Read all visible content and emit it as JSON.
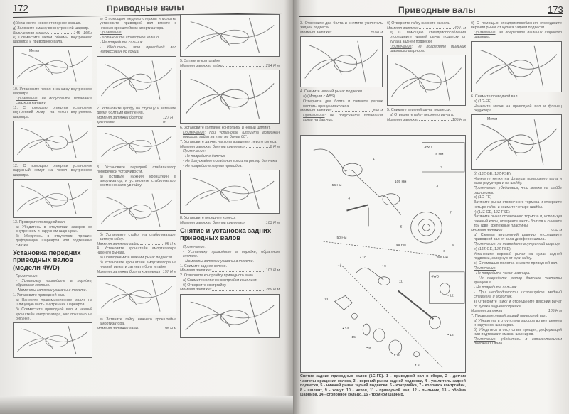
{
  "left_page": {
    "number": "172",
    "header": "Приводные валы",
    "columns": [
      [
        {
          "t": "p",
          "text": "г) Установите новое стопорное кольцо."
        },
        {
          "t": "p",
          "text": "д) Заложите смазку во внутренний шарнир."
        },
        {
          "t": "tq",
          "label": "Количество смазки",
          "value": "145 - 165 г"
        },
        {
          "t": "p",
          "text": "е) Совместите метки обоймы внутреннего шарнира и приводного вала."
        },
        {
          "t": "fig",
          "label": "Метки"
        },
        {
          "t": "p",
          "text": "10. Установите чехол в канавку внутреннего шарнира."
        },
        {
          "t": "note",
          "label": "Примечание",
          "text": ": не допускайте попадания смазки в канавку."
        },
        {
          "t": "p",
          "text": "11. С помощью отвертки установите внутренний хомут на чехол внутреннего шарнира."
        },
        {
          "t": "fig"
        },
        {
          "t": "p",
          "text": "12. С помощью отвертки установите наружный хомут на чехол внутреннего шарнира."
        },
        {
          "t": "fig"
        },
        {
          "t": "p",
          "text": "13. Проверьте приводной вал."
        },
        {
          "t": "pi",
          "text": "а) Убедитесь в отсутствии зазоров во внутреннем и наружном шарнирах."
        },
        {
          "t": "pi",
          "text": "б) Убедитесь в отсутствии трещин, деформаций шарниров или подтекания смазки."
        },
        {
          "t": "h",
          "text": "Установка передних приводных валов (модели 4WD)"
        },
        {
          "t": "note",
          "label": "Примечание:",
          "text": ""
        },
        {
          "t": "note",
          "label": "",
          "text": "- Установку проводите в порядке, обратном снятию."
        },
        {
          "t": "note",
          "label": "",
          "text": "- Моменты затяжки указаны в тексте."
        },
        {
          "t": "p",
          "text": "1. Установите приводной вал."
        },
        {
          "t": "pi",
          "text": "а) Нанесите трансмиссионное масло на шлицевую часть внутренних шарниров."
        },
        {
          "t": "pi",
          "text": "б) Совместите приводной вал и нижний кронштейн амортизатора, как показано на рисунке."
        },
        {
          "t": "fig"
        }
      ],
      [
        {
          "t": "pi",
          "text": "в) С помощью медного стержня и молотка установите приводной вал вместе с нижним кронштейном амортизатора."
        },
        {
          "t": "note",
          "label": "Примечание:",
          "text": ""
        },
        {
          "t": "note",
          "label": "",
          "text": "- Установите стопорное кольцо."
        },
        {
          "t": "note",
          "label": "",
          "text": "- Не повредите сальник."
        },
        {
          "t": "note",
          "label": "",
          "text": "- Убедитесь, что приводной вал напрессован до конца."
        },
        {
          "t": "fig"
        },
        {
          "t": "p",
          "text": "2. Установите цапфу на ступицу и затяните двумя болтами крепления."
        },
        {
          "t": "tq",
          "label": "Момент затяжки болтов крепления",
          "value": "127 Н м"
        },
        {
          "t": "fig"
        },
        {
          "t": "p",
          "text": "3. Установите передний стабилизатор поперечной устойчивости."
        },
        {
          "t": "pi",
          "text": "а) Вставьте нижний кронштейн в амортизатор, и установите стабилизатор, временно затянув гайку."
        },
        {
          "t": "fig"
        },
        {
          "t": "pi",
          "text": "б) Установите стойку на стабилизаторе, затянув гайку."
        },
        {
          "t": "tq",
          "label": "Момент затяжки гайки",
          "value": "95 Н м"
        },
        {
          "t": "p",
          "text": "4. Установите кронштейн амортизатора нижнего рычага."
        },
        {
          "t": "pi",
          "text": "а) Приподнимите нижний рычаг подвески."
        },
        {
          "t": "pi",
          "text": "б) Установите кронштейн амортизатора на нижний рычаг и затяните болт и гайку."
        },
        {
          "t": "tq",
          "label": "Момент затяжки болта крепления",
          "value": "157 Н м"
        },
        {
          "t": "fig"
        },
        {
          "t": "pi",
          "text": "в) Затяните гайку нижнего кронштейна амортизатора."
        },
        {
          "t": "tq",
          "label": "Момент затяжки гайки",
          "value": "98 Н м"
        }
      ],
      [
        {
          "t": "fig"
        },
        {
          "t": "p",
          "text": "5. Затяните контргайку."
        },
        {
          "t": "tq",
          "label": "Момент затяжки гайки",
          "value": "294 Н м"
        },
        {
          "t": "fig"
        },
        {
          "t": "p",
          "text": "6. Установите колпачок контргайки и новый шплинт."
        },
        {
          "t": "note",
          "label": "Примечание",
          "text": ": при установке шплинта возможен поворот гайки на угол не более 60°."
        },
        {
          "t": "p",
          "text": "7. Установите датчик частоты вращения левого колеса."
        },
        {
          "t": "tq",
          "label": "Момент затяжки болтов крепления",
          "value": "8 Н м"
        },
        {
          "t": "note",
          "label": "Примечание:",
          "text": ""
        },
        {
          "t": "note",
          "label": "",
          "text": "- Не повредите датчик."
        },
        {
          "t": "note",
          "label": "",
          "text": "- Не допускайте попадания грязи на ротор датчика."
        },
        {
          "t": "note",
          "label": "",
          "text": "- Не повредите жгуты проводов."
        },
        {
          "t": "fig"
        },
        {
          "t": "p",
          "text": "8. Установите переднее колесо."
        },
        {
          "t": "tq",
          "label": "Момент затяжки болтов крепления",
          "value": "103 Н м"
        },
        {
          "t": "h",
          "text": "Снятие и установка задних приводных валов"
        },
        {
          "t": "note",
          "label": "Примечание:",
          "text": ""
        },
        {
          "t": "note",
          "label": "",
          "text": "- Установку проводите в порядке, обратном снятию."
        },
        {
          "t": "note",
          "label": "",
          "text": "- Моменты затяжки указаны в тексте."
        },
        {
          "t": "p",
          "text": "1. Снимите заднее колесо."
        },
        {
          "t": "tq",
          "label": "Момент затяжки",
          "value": "103 Н м"
        },
        {
          "t": "p",
          "text": "2. Отверните контргайку приводного вала."
        },
        {
          "t": "pi",
          "text": "а) Снимите колпачок контргайки и шплинт."
        },
        {
          "t": "pi",
          "text": "б) Отверните контргайку."
        },
        {
          "t": "tq",
          "label": "Момент затяжки",
          "value": "289 Н м"
        },
        {
          "t": "fig"
        }
      ]
    ]
  },
  "right_page": {
    "number": "173",
    "header": "Приводные валы",
    "columns": [
      [
        {
          "t": "p",
          "text": "3. Отверните два болта и снимите усилитель задней подвески."
        },
        {
          "t": "tq",
          "label": "Момент затяжки",
          "value": "50 Н м"
        },
        {
          "t": "fig"
        },
        {
          "t": "p",
          "text": "4. Снимите нижний рычаг подвески."
        },
        {
          "t": "pi",
          "text": "а) (Модели с ABS)"
        },
        {
          "t": "pi",
          "text": "Отверните два болта и снимите датчик частоты вращения колеса."
        },
        {
          "t": "tq",
          "label": "Момент затяжки",
          "value": "8 Н м"
        },
        {
          "t": "note",
          "label": "Примечание",
          "text": ": не допускайте попадания грязи на датчик."
        }
      ],
      [
        {
          "t": "p",
          "text": "б) Отверните гайку нижнего рычага."
        },
        {
          "t": "tq",
          "label": "Момент затяжки",
          "value": "49 Н м"
        },
        {
          "t": "pi",
          "text": "в) С помощью спецприспособления отсоедините нижний рычаг подвески от кулака задней подвески."
        },
        {
          "t": "note",
          "label": "Примечание",
          "text": ": не повредите пыльник шарового шарнира."
        },
        {
          "t": "fig"
        },
        {
          "t": "p",
          "text": "5. Снимите верхний рычаг подвески."
        },
        {
          "t": "pi",
          "text": "а) Отверните гайку верхнего рычага."
        },
        {
          "t": "tq",
          "label": "Момент затяжки",
          "value": "105 Н м"
        }
      ],
      [
        {
          "t": "p",
          "text": "б) С помощью спецприспособления отсоедините верхний рычаг от кулака задней подвески."
        },
        {
          "t": "note",
          "label": "Примечание",
          "text": ": не повредите пыльник шарового шарнира."
        },
        {
          "t": "fig"
        },
        {
          "t": "p",
          "text": "6. Снимите приводной вал."
        },
        {
          "t": "pi",
          "text": "а) (1G-FE)"
        },
        {
          "t": "pi",
          "text": "Нанесите метки на приводной вал и фланец редуктора."
        },
        {
          "t": "fig",
          "label": "Метки"
        },
        {
          "t": "pi",
          "text": "б) (1JZ-GE, 1JZ-FSE)"
        },
        {
          "t": "pi",
          "text": "Нанесите метки на фланцы приводного вала и вала редуктора и на шайбу."
        },
        {
          "t": "note",
          "label": "Примечание",
          "text": ": убедитесь, что метки на шайбе различимы."
        },
        {
          "t": "pi",
          "text": "в) (1G-FE)"
        },
        {
          "t": "pi",
          "text": "Затяните рычаг стояночного тормоза и отверните четыре гайки и снимите четыре шайбы."
        },
        {
          "t": "pi",
          "text": "г) (1JZ-GE, 1JZ-FSE)"
        },
        {
          "t": "pi",
          "text": "Затяните рычаг стояночного тормоза и, используя гаечный ключ, отверните шесть болтов и снимите три (две) крепежные пластины."
        },
        {
          "t": "tq",
          "label": "Момент затяжки",
          "value": "56 Н м"
        },
        {
          "t": "pi",
          "text": "д) Сжимая внутренний шарнир, отсоедините приводной вал от вала дифференциала."
        },
        {
          "t": "note",
          "label": "Примечание",
          "text": ": не повредите внутренний шарнир."
        },
        {
          "t": "pi",
          "text": "е) (1JZ-GE, 1JZ-FSE)"
        },
        {
          "t": "pi",
          "text": "Установите верхний рычаг на кулак задней подвески, завернув от руки гайку."
        },
        {
          "t": "pi",
          "text": "ж) С помощью молотка снимите приводной вал."
        },
        {
          "t": "note",
          "label": "Примечание:",
          "text": ""
        },
        {
          "t": "note",
          "label": "",
          "text": "- Не повредите чехол шарнира."
        },
        {
          "t": "note",
          "label": "",
          "text": "- Не повредите ротор датчика частоты вращения."
        },
        {
          "t": "note",
          "label": "",
          "text": "- Не повредите сальник."
        },
        {
          "t": "note",
          "label": "",
          "text": "- При необходимости используйте медный стержень и молоток."
        },
        {
          "t": "pi",
          "text": "з) Отверните гайку и отсоедините верхний рычаг от кулака задней подвески."
        },
        {
          "t": "tq",
          "label": "Момент затяжки",
          "value": "105 Н м"
        },
        {
          "t": "p",
          "text": "7. Проверьте левый задний приводной вал."
        },
        {
          "t": "pi",
          "text": "а) Убедитесь в отсутствии зазоров во внутреннем и наружном шарнирах."
        },
        {
          "t": "pi",
          "text": "б) Убедитесь в отсутствии трещин, деформаций или подтекания смазки шарниров."
        },
        {
          "t": "note",
          "label": "Примечание",
          "text": ": убедитесь в горизонтальном положении вала."
        }
      ]
    ],
    "diagram": {
      "labels": [
        "1",
        "2",
        "3",
        "4",
        "5",
        "6",
        "7",
        "8",
        "• 9",
        "• 10",
        "• 9",
        "11",
        "• 12",
        "13",
        "• 14",
        "15",
        "• 9",
        "• 10",
        "• 12",
        "• 9"
      ],
      "torques": [
        "56 Нм",
        "8 Нм",
        "105 Нм",
        "50 Нм",
        "45 Нм",
        "289 Нм"
      ],
      "inset_labels": [
        "4WD",
        "4WD"
      ]
    },
    "caption": "Снятие задних приводных валов (1G-FE). 1 - приводной вал в сборе, 2 - датчик частоты вращения колеса, 3 - верхний рычаг задней подвески, 4 - усилитель задней подвески, 5 - нижний рычаг задней подвески, 6 - контргайка, 7 - колпачок контргайки, 8 - шплинт, 9 - хомут, 10 - чехол, 11 - приводной вал, 12 - пыльник, 13 - обойма шарнира, 14 - стопорное кольцо, 15 - тройной шарнир."
  }
}
